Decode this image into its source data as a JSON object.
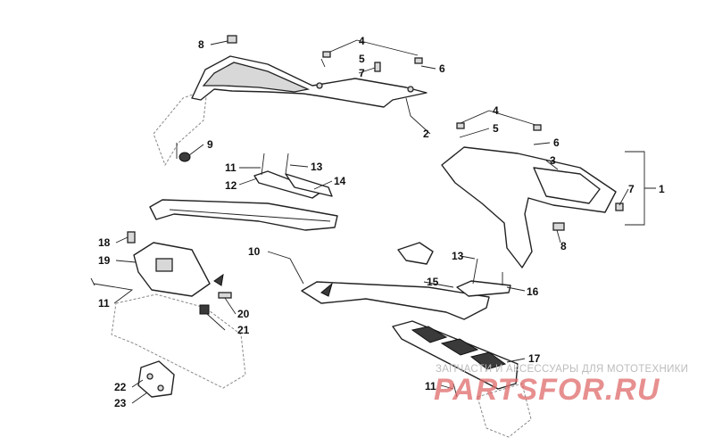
{
  "callouts": {
    "c1": "1",
    "c2": "2",
    "c3": "3",
    "c4a": "4",
    "c4b": "4",
    "c5a": "5",
    "c5b": "5",
    "c6a": "6",
    "c6b": "6",
    "c7a": "7",
    "c7b": "7",
    "c8a": "8",
    "c8b": "8",
    "c9": "9",
    "c10": "10",
    "c11a": "11",
    "c11b": "11",
    "c11c": "11",
    "c12": "12",
    "c13a": "13",
    "c13b": "13",
    "c14": "14",
    "c15": "15",
    "c16": "16",
    "c17": "17",
    "c18": "18",
    "c19": "19",
    "c20": "20",
    "c21": "21",
    "c22": "22",
    "c23": "23"
  },
  "watermark": {
    "caption": "ЗАПЧАСТИ И АКСЕССУАРЫ ДЛЯ МОТОТЕХНИКИ",
    "logo": "PARTSFOR.RU",
    "color": "#e06a6a"
  }
}
